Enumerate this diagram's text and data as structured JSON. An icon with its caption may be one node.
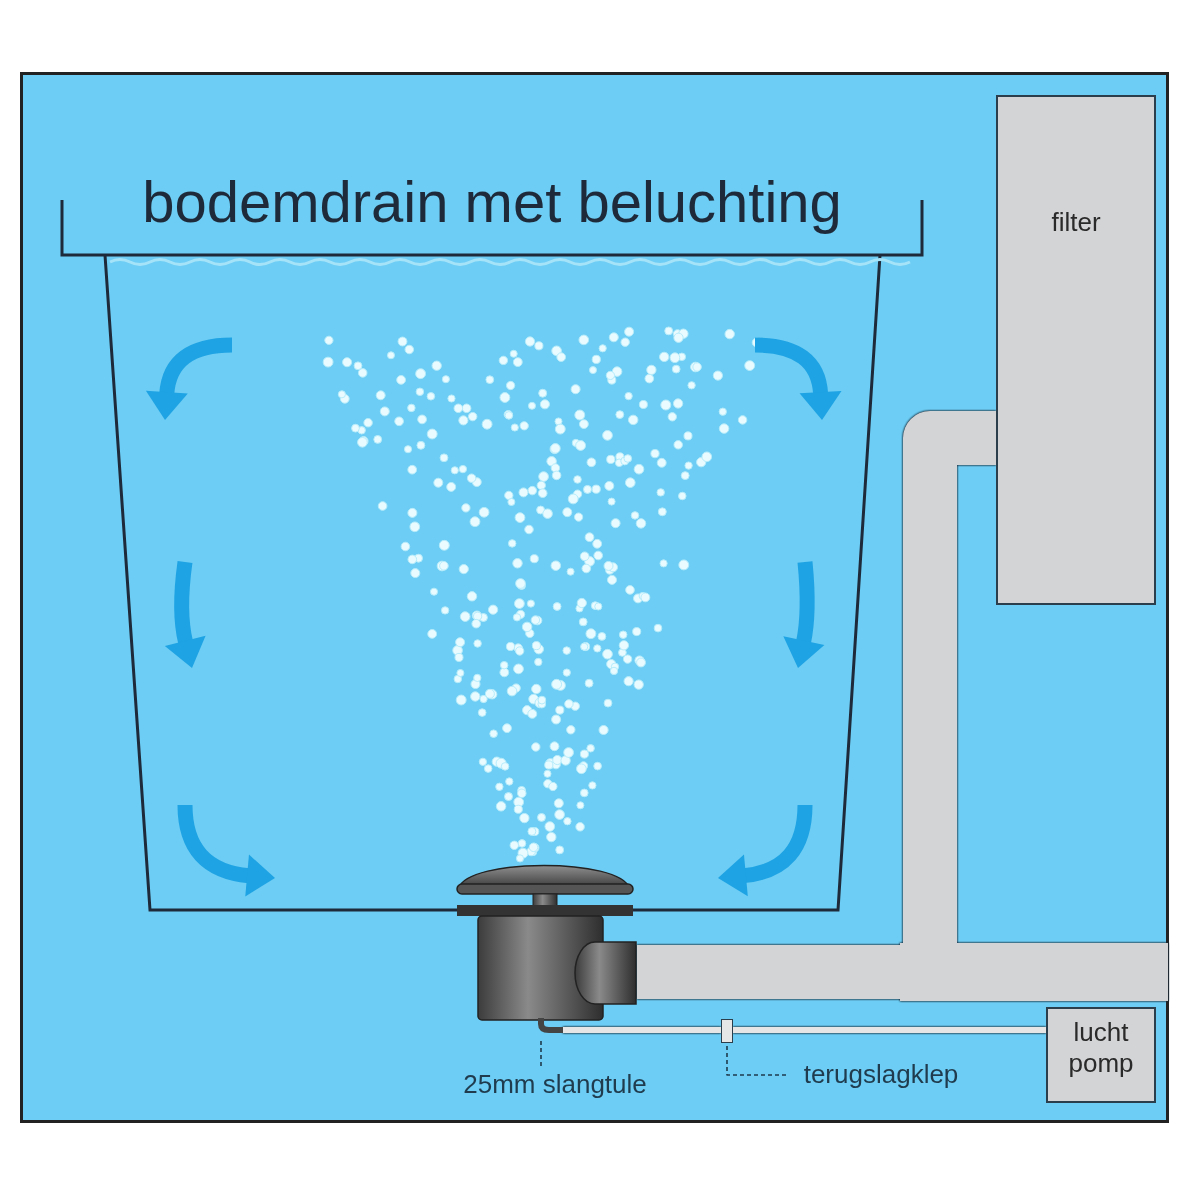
{
  "diagram": {
    "title": "bodemdrain met beluchting",
    "nodes": [
      {
        "text": [
          "filter"
        ]
      },
      {
        "text": [
          "lucht pomp"
        ]
      },
      {
        "text": [],
        "shape": "picture"
      },
      {
        "text": [
          "25mm slangtule"
        ]
      },
      {
        "text": [
          "terugslagklep"
        ]
      },
      {
        "text": [],
        "shape": "box"
      }
    ],
    "edges": [
      {
        "from": 2,
        "to": 0,
        "arrow": "none",
        "style": "thick",
        "color": "#d3d4d6"
      },
      {
        "from": 1,
        "to": 5,
        "arrow": "none",
        "color": "#e6e6e6"
      },
      {
        "from": 5,
        "to": 2,
        "arrow": "none",
        "color": "#e6e6e6"
      },
      {
        "from": 3,
        "to": 2,
        "arrow": "none",
        "style": "dashed",
        "color": "#1f3b4d"
      },
      {
        "from": 4,
        "to": 5,
        "arrow": "none",
        "style": "dashed",
        "color": "#1f3b4d"
      }
    ]
  }
}
